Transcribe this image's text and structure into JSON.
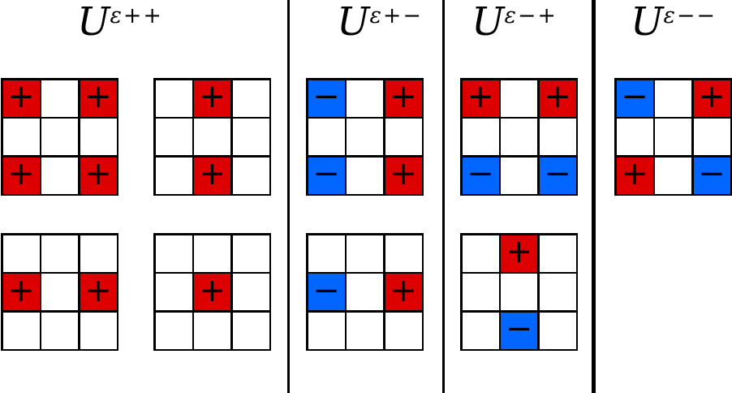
{
  "figure": {
    "colors": {
      "background": "#ffffff",
      "positive_cell": "#dd0000",
      "negative_cell": "#0066ff",
      "grid_line": "#000000",
      "sign": "#000000",
      "divider": "#000000"
    },
    "signs": {
      "positive": "+",
      "negative": "−"
    },
    "sections": [
      {
        "title_plain": "U^ε++",
        "title_base": "U",
        "title_sup": "ε++",
        "grids": [
          {
            "cells": [
              [
                "+",
                "",
                "+"
              ],
              [
                "",
                "",
                ""
              ],
              [
                "+",
                "",
                "+"
              ]
            ]
          },
          {
            "cells": [
              [
                "",
                "+",
                ""
              ],
              [
                "",
                "",
                ""
              ],
              [
                "",
                "+",
                ""
              ]
            ]
          },
          {
            "cells": [
              [
                "",
                "",
                ""
              ],
              [
                "+",
                "",
                "+"
              ],
              [
                "",
                "",
                ""
              ]
            ]
          },
          {
            "cells": [
              [
                "",
                "",
                ""
              ],
              [
                "",
                "+",
                ""
              ],
              [
                "",
                "",
                ""
              ]
            ]
          }
        ]
      },
      {
        "title_plain": "U^ε+−",
        "title_base": "U",
        "title_sup": "ε+−",
        "grids": [
          {
            "cells": [
              [
                "-",
                "",
                "+"
              ],
              [
                "",
                "",
                ""
              ],
              [
                "-",
                "",
                "+"
              ]
            ]
          },
          {
            "cells": [
              [
                "",
                "",
                ""
              ],
              [
                "-",
                "",
                "+"
              ],
              [
                "",
                "",
                ""
              ]
            ]
          }
        ]
      },
      {
        "title_plain": "U^ε−+",
        "title_base": "U",
        "title_sup": "ε−+",
        "grids": [
          {
            "cells": [
              [
                "+",
                "",
                "+"
              ],
              [
                "",
                "",
                ""
              ],
              [
                "-",
                "",
                "-"
              ]
            ]
          },
          {
            "cells": [
              [
                "",
                "+",
                ""
              ],
              [
                "",
                "",
                ""
              ],
              [
                "",
                "-",
                ""
              ]
            ]
          }
        ]
      },
      {
        "title_plain": "U^ε−−",
        "title_base": "U",
        "title_sup": "ε−−",
        "grids": [
          {
            "cells": [
              [
                "-",
                "",
                "+"
              ],
              [
                "",
                "",
                ""
              ],
              [
                "+",
                "",
                "-"
              ]
            ]
          }
        ]
      }
    ]
  }
}
